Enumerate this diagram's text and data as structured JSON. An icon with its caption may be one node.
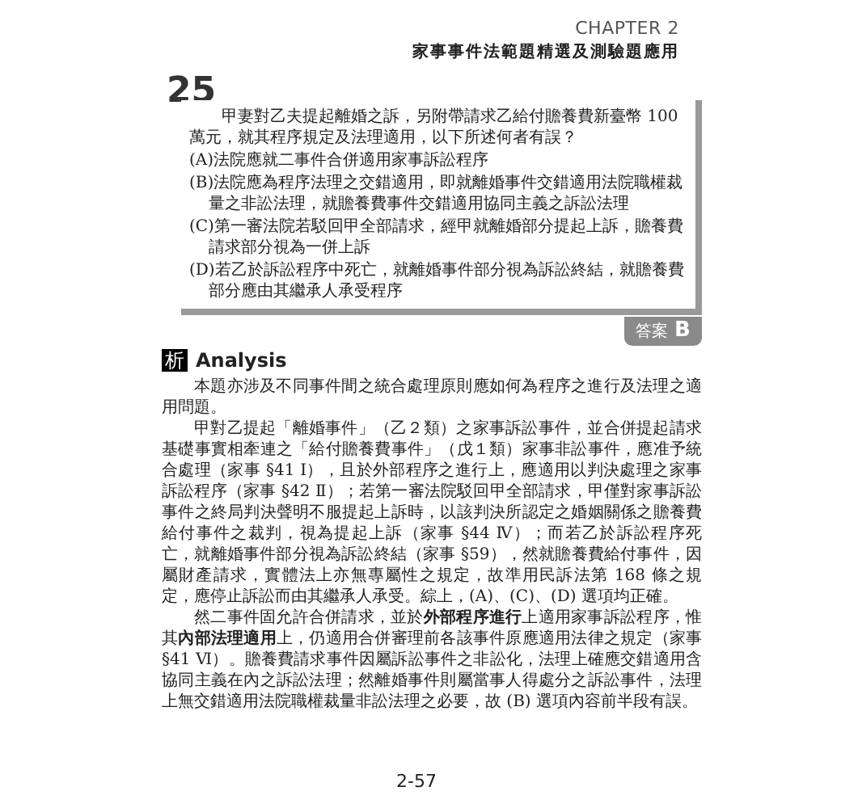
{
  "diagram": {
    "nodes": [
      {
        "text": [
          "25",
          "甲妻對乙夫提起離婚之訴，另附帶請求乙給付贍養費新臺幣 100 萬元，就其程序規定及法理適用，以下所述何者有誤？",
          "(A)法院應就二事件合併適用家事訴訟程序",
          "(B)法院應為程序法理之交錯適用，即就離婚事件交錯適用法院職權裁量之非訟法理，就贍養費事件交錯適用協同主義之訴訟法理",
          "(C)第一審法院若駁回甲全部請求，經甲就離婚部分提起上訴，贍養費請求部分視為一併上訴",
          "(D)若乙於訴訟程序中死亡，就離婚事件部分視為訴訟終結，就贍養費部分應由其繼承人承受程序"
        ]
      },
      {
        "text": [
          "答案",
          "B"
        ]
      }
    ],
    "edges": [],
    "labels": [
      "CHAPTER 2",
      "家事事件法範題精選及測驗題應用",
      "析",
      "Analysis",
      "本題亦涉及不同事件間之統合處理原則應如何為程序之進行及法理之適用問題。",
      "甲對乙提起「離婚事件」（乙２類）之家事訴訟事件，並合併提起請求基礎事實相牽連之「給付贍養費事件」（戊１類）家事非訟事件，應准予統合處理（家事 §41 Ⅰ），且於外部程序之進行上，應適用以判決處理之家事訴訟程序（家事 §42 Ⅱ）；若第一審法院駁回甲全部請求，甲僅對家事訴訟事件之終局判決聲明不服提起上訴時，以該判決所認定之婚姻關係之贍養費給付事件之裁判，視為提起上訴（家事 §44 Ⅳ）；而若乙於訴訟程序死亡，就離婚事件部分視為訴訟終結（家事 §59），然就贍養費給付事件，因屬財產請求，實體法上亦無專屬性之規定，故準用民訴法第 168 條之規定，應停止訴訟而由其繼承人承受。綜上，(A)、(C)、(D) 選項均正確。",
      "然二事件固允許合併請求，並於**外部程序進行**上適用家事訴訟程序，惟其**內部法理適用**上，仍適用合併審理前各該事件原應適用法律之規定（家事 §41 Ⅵ）。贍養費請求事件因屬訴訟事件之非訟化，法理上確應交錯適用含協同主義在內之訴訟法理；然離婚事件則屬當事人得處分之訴訟事件，法理上無交錯適用法院職權裁量非訟法理之必要，故 (B) 選項內容前半段有誤。",
      "2-57"
    ]
  }
}
